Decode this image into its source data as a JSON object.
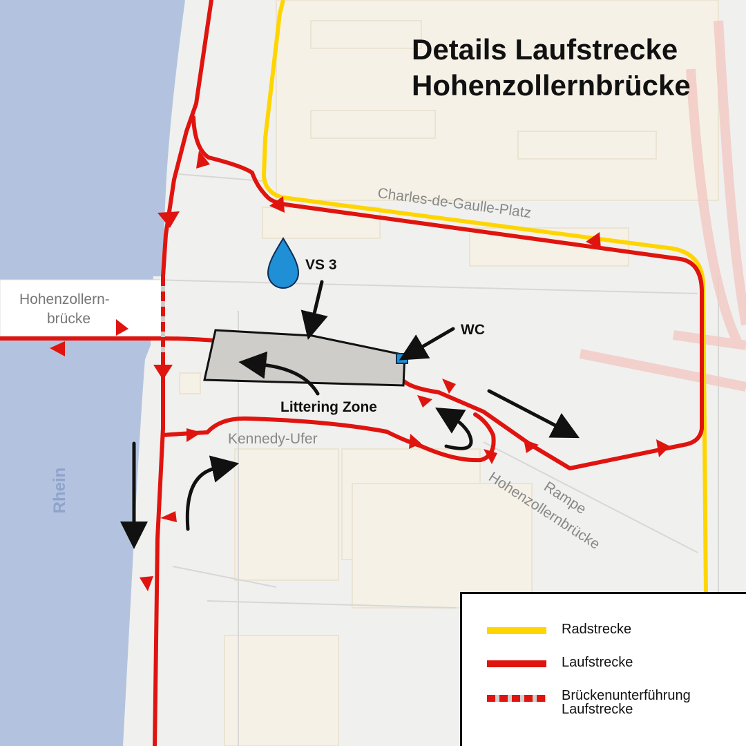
{
  "title": {
    "line1": "Details Laufstrecke",
    "line2": "Hohenzollernbrücke"
  },
  "labels": {
    "river": "Rhein",
    "bridge_line1": "Hohenzollern-",
    "bridge_line2": "brücke",
    "square": "Charles-de-Gaulle-Platz",
    "embankment": "Kennedy-Ufer",
    "ramp_line1": "Rampe",
    "ramp_line2": "Hohenzollernbrücke",
    "water_station": "VS 3",
    "toilet": "WC",
    "littering_zone": "Littering Zone"
  },
  "legend": {
    "items": [
      {
        "label": "Radstrecke",
        "color": "#ffd500",
        "style": "solid"
      },
      {
        "label": "Laufstrecke",
        "color": "#e0140f",
        "style": "solid"
      },
      {
        "label_line1": "Brückenunterführung",
        "label_line2": "Laufstrecke",
        "color": "#e0140f",
        "style": "dashed"
      }
    ]
  },
  "colors": {
    "run_route": "#e0140f",
    "bike_route": "#ffd500",
    "river": "#b3c3df",
    "water_icon": "#1f8fd6",
    "toilet_icon": "#1f8fd6",
    "littering_fill": "#cfcdca"
  },
  "icons": {
    "water_station": "water-drop-icon",
    "toilet": "wc-square-icon"
  }
}
